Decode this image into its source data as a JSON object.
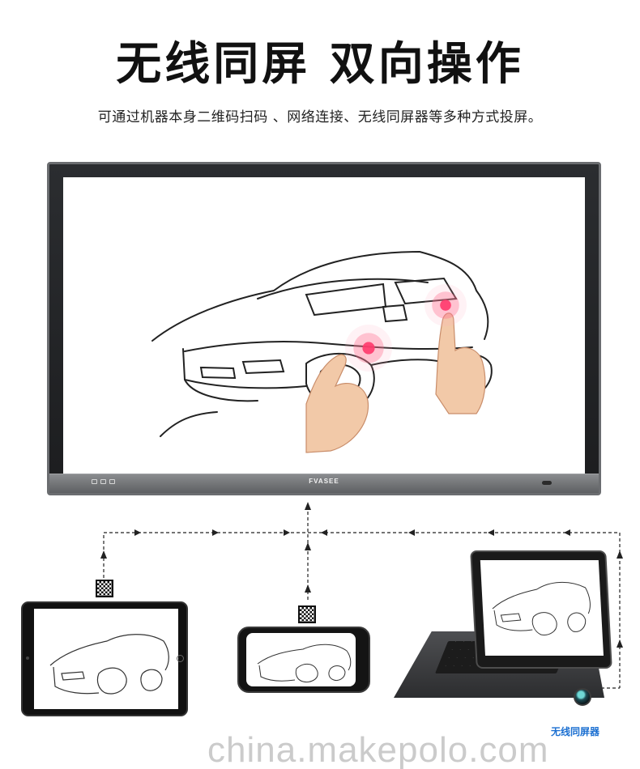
{
  "header": {
    "title": "无线同屏  双向操作",
    "subtitle": "可通过机器本身二维码扫码 、网络连接、无线同屏器等多种方式投屏。"
  },
  "panel": {
    "brand": "FVASEE"
  },
  "devices": {
    "dongle_label": "无线同屏器"
  },
  "watermark": "china.makepolo.com",
  "icons": {
    "panel": "interactive-flat-panel",
    "tablet": "tablet-device",
    "phone": "smartphone-device",
    "laptop": "laptop-device",
    "dongle": "wireless-dongle",
    "qr": "qr-code"
  },
  "colors": {
    "label_blue": "#1b6fd1",
    "touch_pink": "#ff3c6e",
    "panel_frame": "#2b2d30"
  }
}
